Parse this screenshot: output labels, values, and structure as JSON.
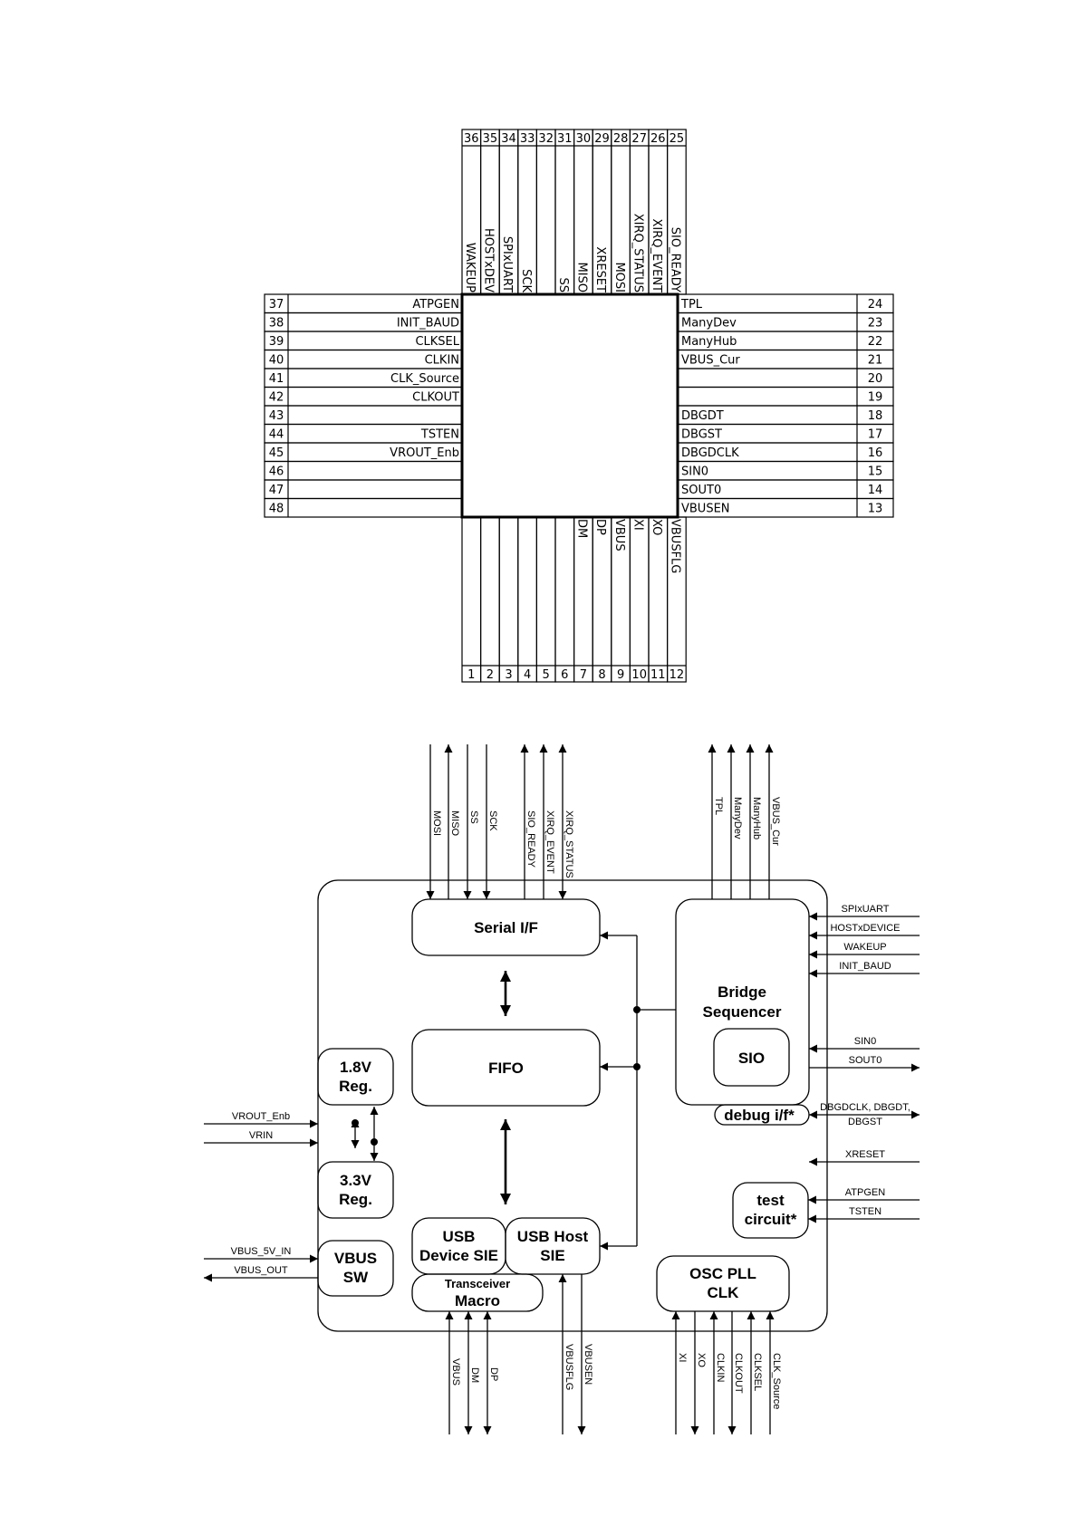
{
  "pinout": {
    "top": [
      {
        "n": "36",
        "s": "WAKEUP"
      },
      {
        "n": "35",
        "s": "HOSTxDEV"
      },
      {
        "n": "34",
        "s": "SPIxUART"
      },
      {
        "n": "33",
        "s": "SCK"
      },
      {
        "n": "32",
        "s": ""
      },
      {
        "n": "31",
        "s": "SS"
      },
      {
        "n": "30",
        "s": "MISO"
      },
      {
        "n": "29",
        "s": "XRESET"
      },
      {
        "n": "28",
        "s": "MOSI"
      },
      {
        "n": "27",
        "s": "XIRQ_STATUS"
      },
      {
        "n": "26",
        "s": "XIRQ_EVENT"
      },
      {
        "n": "25",
        "s": "SIO_READY"
      }
    ],
    "left": [
      {
        "n": "37",
        "s": "ATPGEN"
      },
      {
        "n": "38",
        "s": "INIT_BAUD"
      },
      {
        "n": "39",
        "s": "CLKSEL"
      },
      {
        "n": "40",
        "s": "CLKIN"
      },
      {
        "n": "41",
        "s": "CLK_Source"
      },
      {
        "n": "42",
        "s": "CLKOUT"
      },
      {
        "n": "43",
        "s": ""
      },
      {
        "n": "44",
        "s": "TSTEN"
      },
      {
        "n": "45",
        "s": "VROUT_Enb"
      },
      {
        "n": "46",
        "s": ""
      },
      {
        "n": "47",
        "s": ""
      },
      {
        "n": "48",
        "s": ""
      }
    ],
    "right": [
      {
        "n": "24",
        "s": "TPL"
      },
      {
        "n": "23",
        "s": "ManyDev"
      },
      {
        "n": "22",
        "s": "ManyHub"
      },
      {
        "n": "21",
        "s": "VBUS_Cur"
      },
      {
        "n": "20",
        "s": ""
      },
      {
        "n": "19",
        "s": ""
      },
      {
        "n": "18",
        "s": "DBGDT"
      },
      {
        "n": "17",
        "s": "DBGST"
      },
      {
        "n": "16",
        "s": "DBGDCLK"
      },
      {
        "n": "15",
        "s": "SIN0"
      },
      {
        "n": "14",
        "s": "SOUT0"
      },
      {
        "n": "13",
        "s": "VBUSEN"
      }
    ],
    "bottom": [
      {
        "n": "1",
        "s": ""
      },
      {
        "n": "2",
        "s": ""
      },
      {
        "n": "3",
        "s": ""
      },
      {
        "n": "4",
        "s": ""
      },
      {
        "n": "5",
        "s": ""
      },
      {
        "n": "6",
        "s": ""
      },
      {
        "n": "7",
        "s": "DM"
      },
      {
        "n": "8",
        "s": "DP"
      },
      {
        "n": "9",
        "s": "VBUS"
      },
      {
        "n": "10",
        "s": "XI"
      },
      {
        "n": "11",
        "s": "XO"
      },
      {
        "n": "12",
        "s": "VBUSFLG"
      }
    ]
  },
  "blocks": {
    "serial_if": "Serial I/F",
    "fifo": "FIFO",
    "bridge": [
      "Bridge",
      "Sequencer"
    ],
    "sio": "SIO",
    "debug_if": "debug i/f*",
    "reg18": [
      "1.8V",
      "Reg."
    ],
    "reg33": [
      "3.3V",
      "Reg."
    ],
    "vbus_sw": [
      "VBUS",
      "SW"
    ],
    "usb_dev": [
      "USB",
      "Device SIE"
    ],
    "usb_host": [
      "USB Host",
      "SIE"
    ],
    "transceiver": [
      "Transceiver",
      "Macro"
    ],
    "osc": [
      "OSC PLL",
      "CLK"
    ],
    "test": [
      "test",
      "circuit*"
    ]
  },
  "signals": {
    "top_serial": [
      "MOSI",
      "MISO",
      "SS",
      "SCK",
      "SIO_READY",
      "XIRQ_EVENT",
      "XIRQ_STATUS"
    ],
    "top_bridge": [
      "TPL",
      "ManyDev",
      "ManyHub",
      "VBUS_Cur"
    ],
    "right": [
      "SPIxUART",
      "HOSTxDEVICE",
      "WAKEUP",
      "INIT_BAUD",
      "SIN0",
      "SOUT0",
      "DBGDCLK, DBGDT,",
      "DBGST",
      "XRESET",
      "ATPGEN",
      "TSTEN"
    ],
    "left": [
      "VROUT_Enb",
      "VRIN",
      "VBUS_5V_IN",
      "VBUS_OUT"
    ],
    "bottom_usb": [
      "VBUS",
      "DM",
      "DP",
      "VBUSFLG",
      "VBUSEN"
    ],
    "bottom_clk": [
      "XI",
      "XO",
      "CLKIN",
      "CLKOUT",
      "CLKSEL",
      "CLK_Source"
    ]
  },
  "colors": {
    "stroke": "#000000",
    "background": "#ffffff"
  }
}
